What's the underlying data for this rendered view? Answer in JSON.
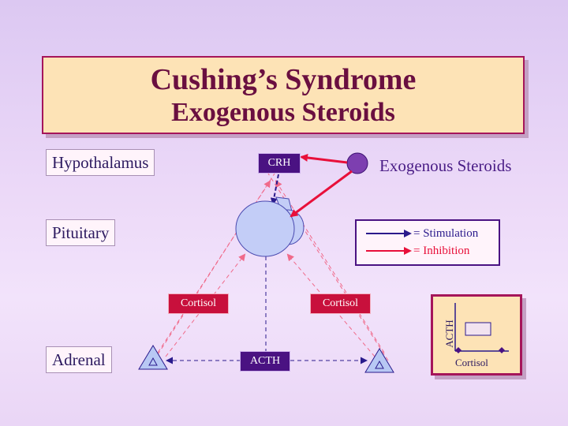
{
  "title": {
    "line1": "Cushing’s Syndrome",
    "line2": "Exogenous Steroids"
  },
  "levels": {
    "hypothalamus": "Hypothalamus",
    "pituitary": "Pituitary",
    "adrenal": "Adrenal"
  },
  "hormones": {
    "crh": "CRH",
    "acth": "ACTH",
    "cortisol_left": "Cortisol",
    "cortisol_right": "Cortisol"
  },
  "exogenous_label": "Exogenous Steroids",
  "legend": {
    "stimulation": "= Stimulation",
    "inhibition": "= Inhibition"
  },
  "mini_plot": {
    "ylabel": "ACTH",
    "xlabel": "Cortisol"
  },
  "colors": {
    "stimulation": "#2a1a8c",
    "inhibition": "#e8103a",
    "feedback_dashed": "#f06a8a",
    "gland_fill": "#c3cdf7",
    "exogenous_fill": "#7d3fb0"
  }
}
